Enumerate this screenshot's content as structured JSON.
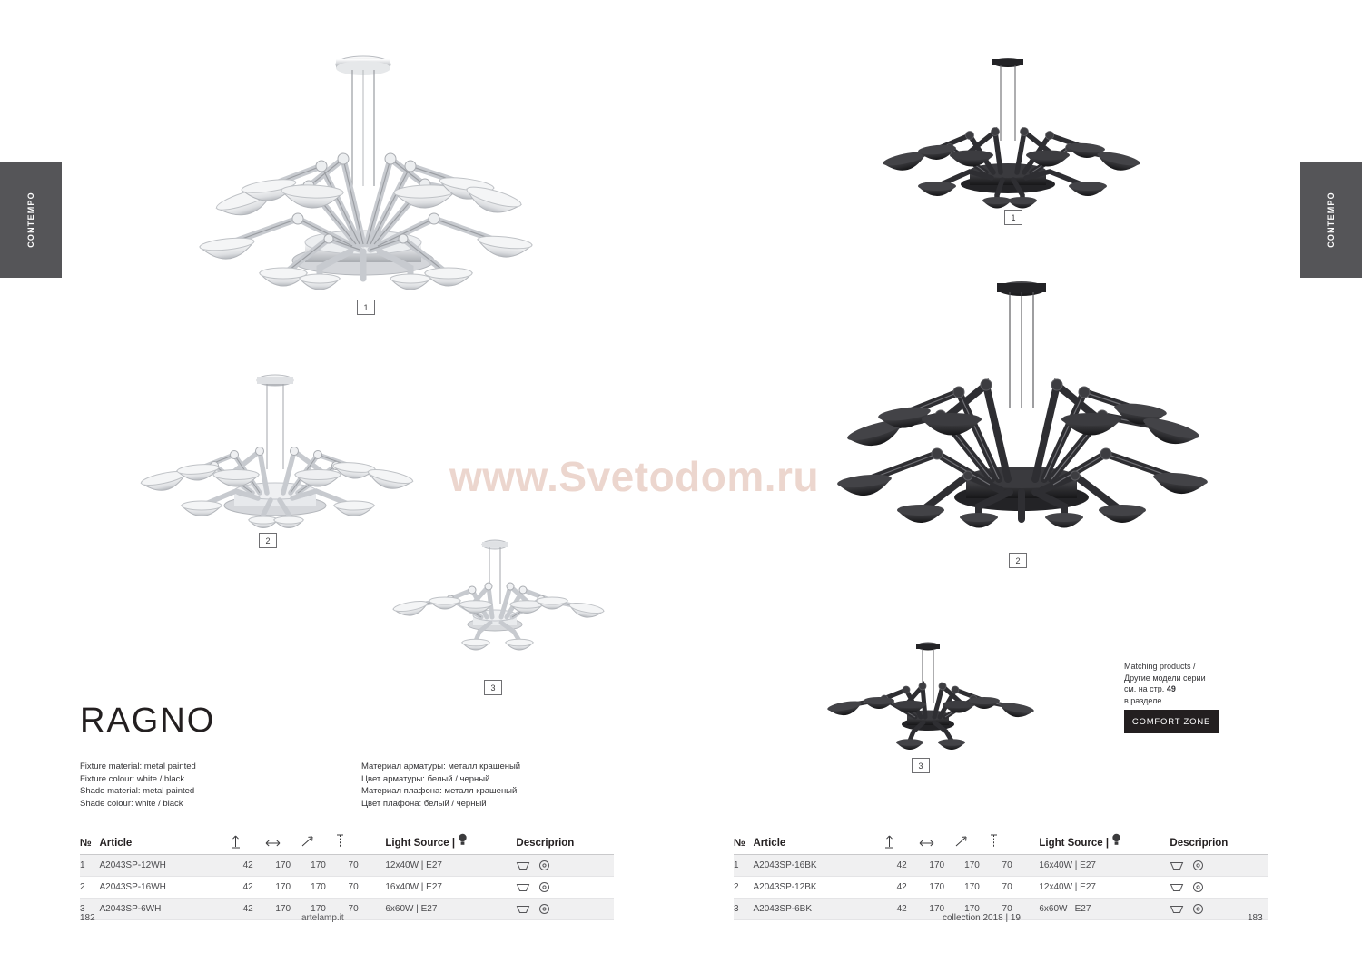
{
  "sidetabs": {
    "left": "CONTEMPO",
    "right": "CONTEMPO"
  },
  "watermark": "www.Svetodom.ru",
  "product": {
    "title": "RAGNO",
    "specs_en": [
      "Fixture material: metal painted",
      "Fixture colour: white / black",
      "Shade material: metal painted",
      "Shade colour: white / black"
    ],
    "specs_ru": [
      "Материал арматуры: металл крашеный",
      "Цвет арматуры: белый / черный",
      "Материал плафона: металл крашеный",
      "Цвет плафона: белый / черный"
    ]
  },
  "figure_labels": {
    "left_1": "1",
    "left_2": "2",
    "left_3": "3",
    "right_1": "1",
    "right_2": "2",
    "right_3": "3"
  },
  "table_headers": {
    "no": "№",
    "article": "Article",
    "height": "",
    "width": "",
    "diagonal": "",
    "cord": "",
    "light_source": "Light Source  |",
    "description": "Descriprion"
  },
  "table_left": [
    {
      "no": "1",
      "article": "A2043SP-12WH",
      "h": "42",
      "w": "170",
      "d": "170",
      "c": "70",
      "ls": "12х40W | E27"
    },
    {
      "no": "2",
      "article": "A2043SP-16WH",
      "h": "42",
      "w": "170",
      "d": "170",
      "c": "70",
      "ls": "16х40W | E27"
    },
    {
      "no": "3",
      "article": "A2043SP-6WH",
      "h": "42",
      "w": "170",
      "d": "170",
      "c": "70",
      "ls": "6х60W | E27"
    }
  ],
  "table_right": [
    {
      "no": "1",
      "article": "A2043SP-16BK",
      "h": "42",
      "w": "170",
      "d": "170",
      "c": "70",
      "ls": "16х40W | E27"
    },
    {
      "no": "2",
      "article": "A2043SP-12BK",
      "h": "42",
      "w": "170",
      "d": "170",
      "c": "70",
      "ls": "12х40W | E27"
    },
    {
      "no": "3",
      "article": "A2043SP-6BK",
      "h": "42",
      "w": "170",
      "d": "170",
      "c": "70",
      "ls": "6х60W | E27"
    }
  ],
  "matching": {
    "line1": "Matching products /",
    "line2": "Другие модели серии",
    "line3_pre": "см. на стр.",
    "line3_page": "49",
    "line4": "в разделе",
    "badge": "COMFORT ZONE"
  },
  "footer": {
    "page_left": "182",
    "site": "artelamp.it",
    "collection": "collection 2018 | 19",
    "page_right": "183"
  },
  "colors": {
    "tab_bg": "#555558",
    "badge_bg": "#231f20",
    "watermark": "#e9cfc6",
    "white_lamp": "#e9eaec",
    "black_lamp": "#2b2b2e"
  }
}
